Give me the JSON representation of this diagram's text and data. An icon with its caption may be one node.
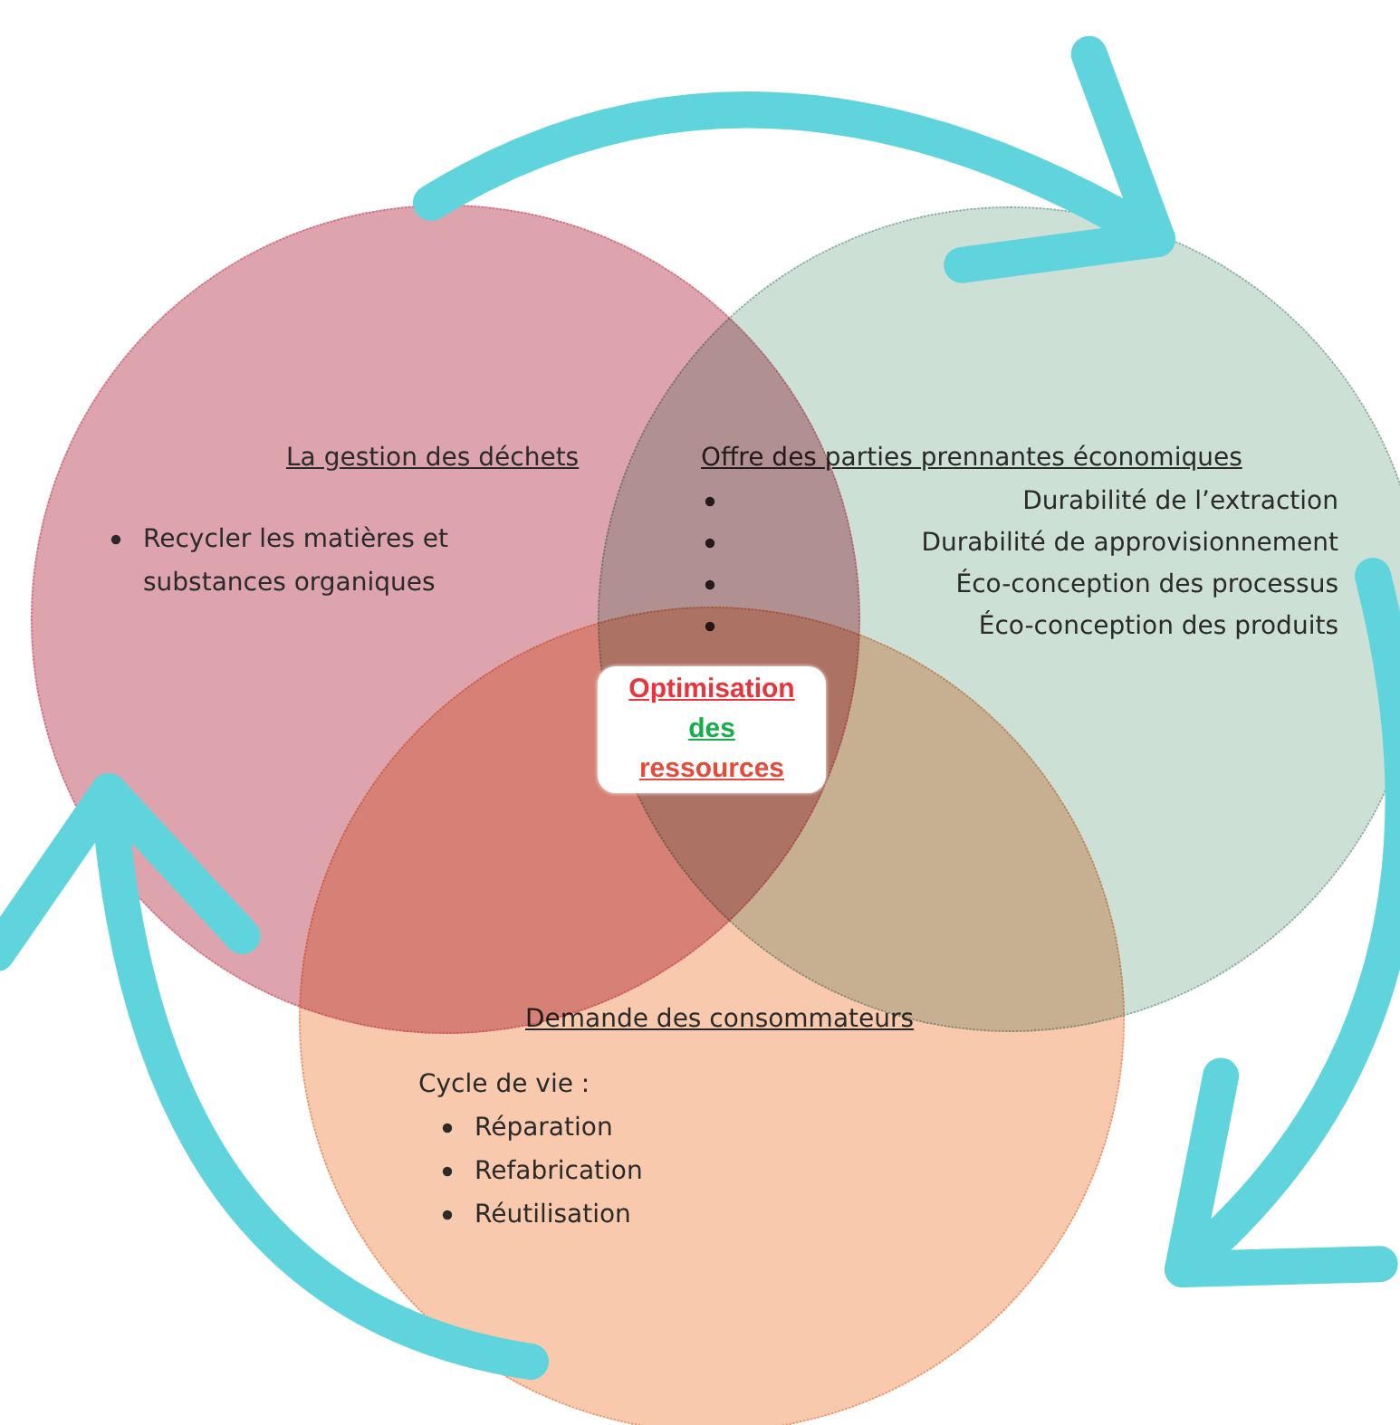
{
  "diagram": {
    "nodes": [
      {
        "text": [
          "La gestion des déchets",
          "Recycler les matières et substances organiques"
        ]
      },
      {
        "text": [
          "Offre des parties prennantes économiques",
          "Durabilité de l’extraction",
          "Durabilité de approvisionnement",
          "Éco-conception des processus",
          "Éco-conception des produits"
        ]
      },
      {
        "text": [
          "Demande des consommateurs",
          "Cycle de vie :",
          "Réparation",
          "Refabrication",
          "Réutilisation"
        ]
      },
      {
        "text": [
          "Optimisation des ressources"
        ]
      }
    ],
    "edges": [
      {
        "from": 0,
        "to": 1,
        "arrow": "to"
      },
      {
        "from": 1,
        "to": 2,
        "arrow": "to"
      },
      {
        "from": 2,
        "to": 0,
        "arrow": "to"
      }
    ]
  }
}
